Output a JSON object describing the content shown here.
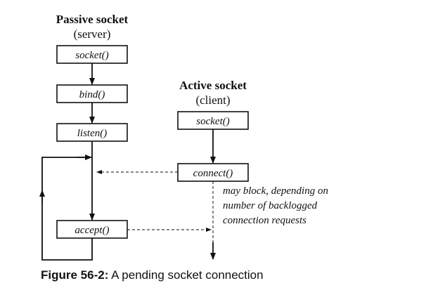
{
  "passive": {
    "title": "Passive socket",
    "subtitle": "(server)",
    "calls": [
      "socket()",
      "bind()",
      "listen()",
      "accept()"
    ]
  },
  "active": {
    "title": "Active socket",
    "subtitle": "(client)",
    "calls": [
      "socket()",
      "connect()"
    ]
  },
  "note": [
    "may block, depending on",
    "number of backlogged",
    "connection requests"
  ],
  "caption": {
    "label": "Figure 56-2:",
    "text": "A pending socket connection"
  }
}
